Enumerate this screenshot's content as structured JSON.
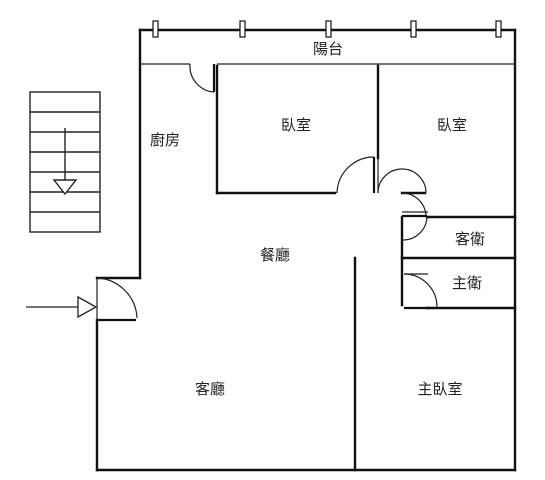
{
  "rooms": {
    "balcony": "陽台",
    "bedroom_left": "臥室",
    "bedroom_right": "臥室",
    "kitchen": "廚房",
    "dining": "餐廳",
    "guest_bath": "客衛",
    "master_bath": "主衛",
    "living": "客廳",
    "master_bedroom": "主臥室"
  }
}
